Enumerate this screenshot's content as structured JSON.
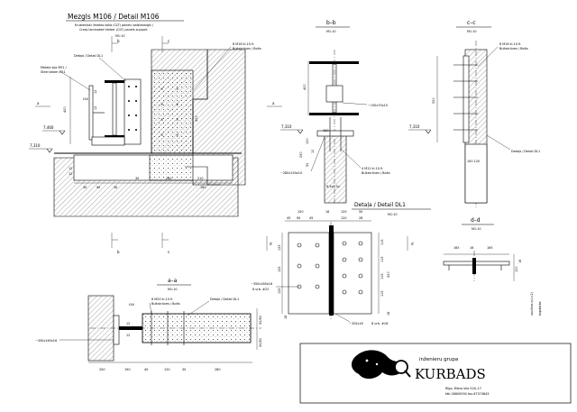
{
  "main": {
    "title": "Mezgls M106 / Detail M106",
    "subtitle_lv": "Krusteniski limetas koka (CLT) panelu balstmezgls /",
    "subtitle_en": "Cross laminated timber (CLT) panels support",
    "scale": "M1:10",
    "steel_beam_lv": "Metala sija M51 /",
    "steel_beam_en": "Steel beam M51",
    "detail_ref": "Detaļa / Detail DL1",
    "bolts_count": "8 M16 kl.10.9.",
    "bolts_label": "Bultskrūves / Bolts",
    "t16": "t16",
    "dims_vert": [
      "12",
      "12",
      "400",
      "300"
    ],
    "dims_horiz": [
      "30",
      "90",
      "30",
      "30",
      "280",
      "210",
      "160"
    ],
    "dim_small": [
      "12",
      "12"
    ],
    "level_1": "7,460",
    "level_2": "7,310",
    "sec_a": "a",
    "sec_b": "b",
    "sec_c": "c"
  },
  "bb": {
    "title": "b–b",
    "scale": "M1:10",
    "plate_label": "~150x70x10",
    "plate2_label": "~280x150x10",
    "bolts_count": "4 M12 kl.10.9.",
    "bolts_label": "Bultskrūves / Bolts",
    "level": "7,310",
    "dims": [
      "400",
      "100",
      "250",
      "10",
      "50",
      "150",
      "6,5x0,5x"
    ]
  },
  "cc": {
    "title": "c–c",
    "scale": "M1:10",
    "bolts_count": "8 M16 kl.10.9.",
    "bolts_label": "Bultskrūves / Bolts",
    "level": "7,310",
    "detail_ref": "Detaļa / Detail DL1",
    "dims": [
      "500",
      "100 120"
    ]
  },
  "dl1": {
    "title": "Detaļa / Detail DL1",
    "scale": "M1:10",
    "top_dims": [
      "45",
      "90",
      "45",
      "120",
      "28",
      "150"
    ],
    "top_dims2": [
      "16",
      "120",
      "50"
    ],
    "left_dims": [
      "125",
      "125",
      "125"
    ],
    "right_dims": [
      "115",
      "115",
      "115",
      "115"
    ],
    "plate_label": "~350x165x16",
    "plate_count": "8 urb. #22",
    "plate2_label": "~320x16",
    "plate2_count": "8 urb. #18",
    "sec_d": "d",
    "side": [
      "500",
      "16",
      "18"
    ]
  },
  "dd": {
    "title": "d–d",
    "scale": "M1:10",
    "dims": [
      "165",
      "16",
      "165"
    ],
    "side_dims": [
      "100",
      "16"
    ],
    "note1": "savilces c(L=2)",
    "note2": "kopdarbs"
  },
  "aa": {
    "title": "a–a",
    "scale": "M1:10",
    "t16": "t16",
    "bolts_count": "6 M20 kl.10.9.",
    "bolts_label": "Bultskrūves / Bolts",
    "detail_ref": "Detaļa / Detail DL1",
    "plate_label": "~350x165x16",
    "dims_bottom": [
      "200",
      "190",
      "40",
      "120",
      "30",
      "280"
    ],
    "dims_right": [
      "50/80",
      "50/80"
    ],
    "dims_left": [
      "12",
      "12"
    ]
  },
  "logo": {
    "company_lv": "inženieru grupa",
    "company": "KURBADS",
    "address": "Rīga, Miera iela 52A–17",
    "phone": "tālr.28600090  fax.67374643"
  }
}
